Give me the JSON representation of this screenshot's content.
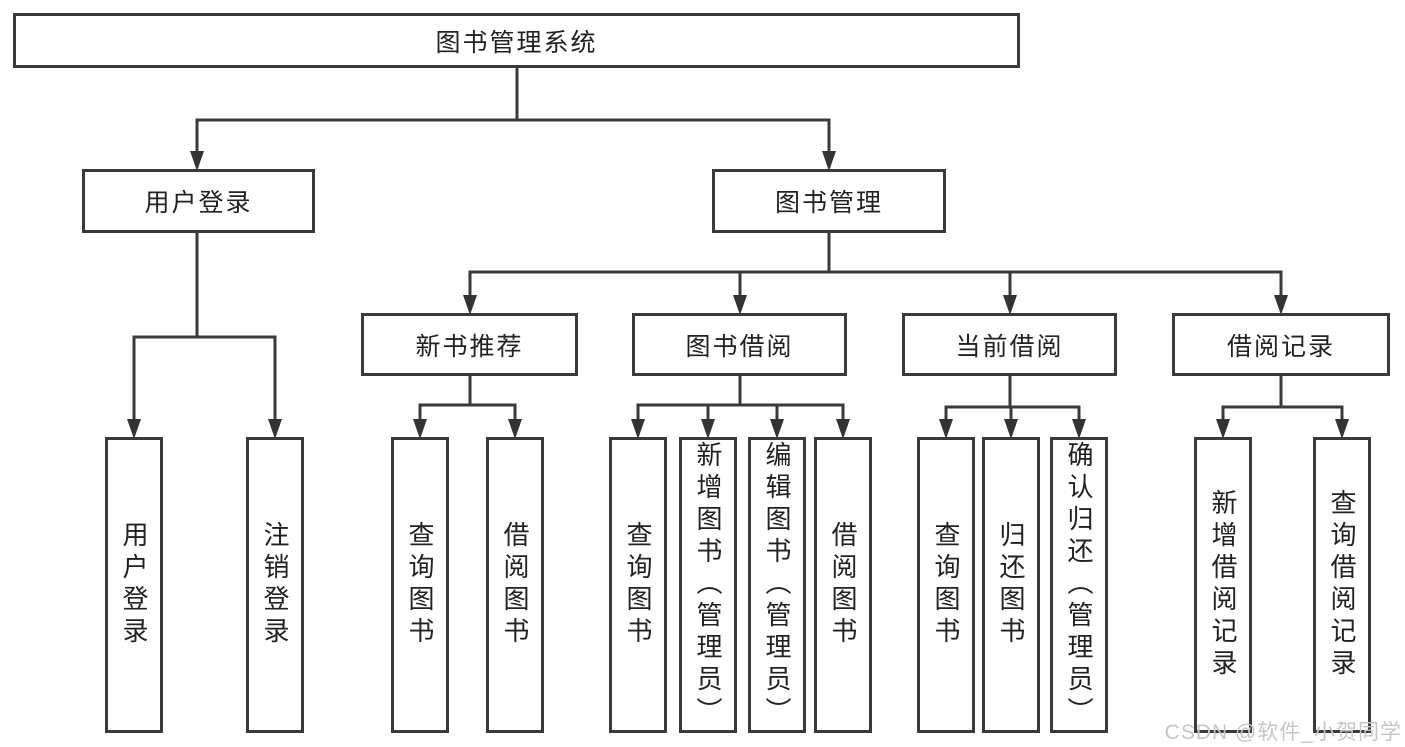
{
  "tree": {
    "label": "图书管理系统",
    "children": [
      {
        "label": "用户登录",
        "children": [
          {
            "label": "用户登录"
          },
          {
            "label": "注销登录"
          }
        ]
      },
      {
        "label": "图书管理",
        "children": [
          {
            "label": "新书推荐",
            "children": [
              {
                "label": "查询图书"
              },
              {
                "label": "借阅图书"
              }
            ]
          },
          {
            "label": "图书借阅",
            "children": [
              {
                "label": "查询图书"
              },
              {
                "label": "新增图书（管理员）"
              },
              {
                "label": "编辑图书（管理员）"
              },
              {
                "label": "借阅图书"
              }
            ]
          },
          {
            "label": "当前借阅",
            "children": [
              {
                "label": "查询图书"
              },
              {
                "label": "归还图书"
              },
              {
                "label": "确认归还（管理员）"
              }
            ]
          },
          {
            "label": "借阅记录",
            "children": [
              {
                "label": "新增借阅记录"
              },
              {
                "label": "查询借阅记录"
              }
            ]
          }
        ]
      }
    ]
  },
  "watermark": {
    "text": "CSDN @软件_小贺同学"
  },
  "colors": {
    "line": "#3a3a3a",
    "box_border": "#3a3a3a",
    "text": "#222222",
    "watermark": "#c6c6c6",
    "background": "#ffffff"
  }
}
